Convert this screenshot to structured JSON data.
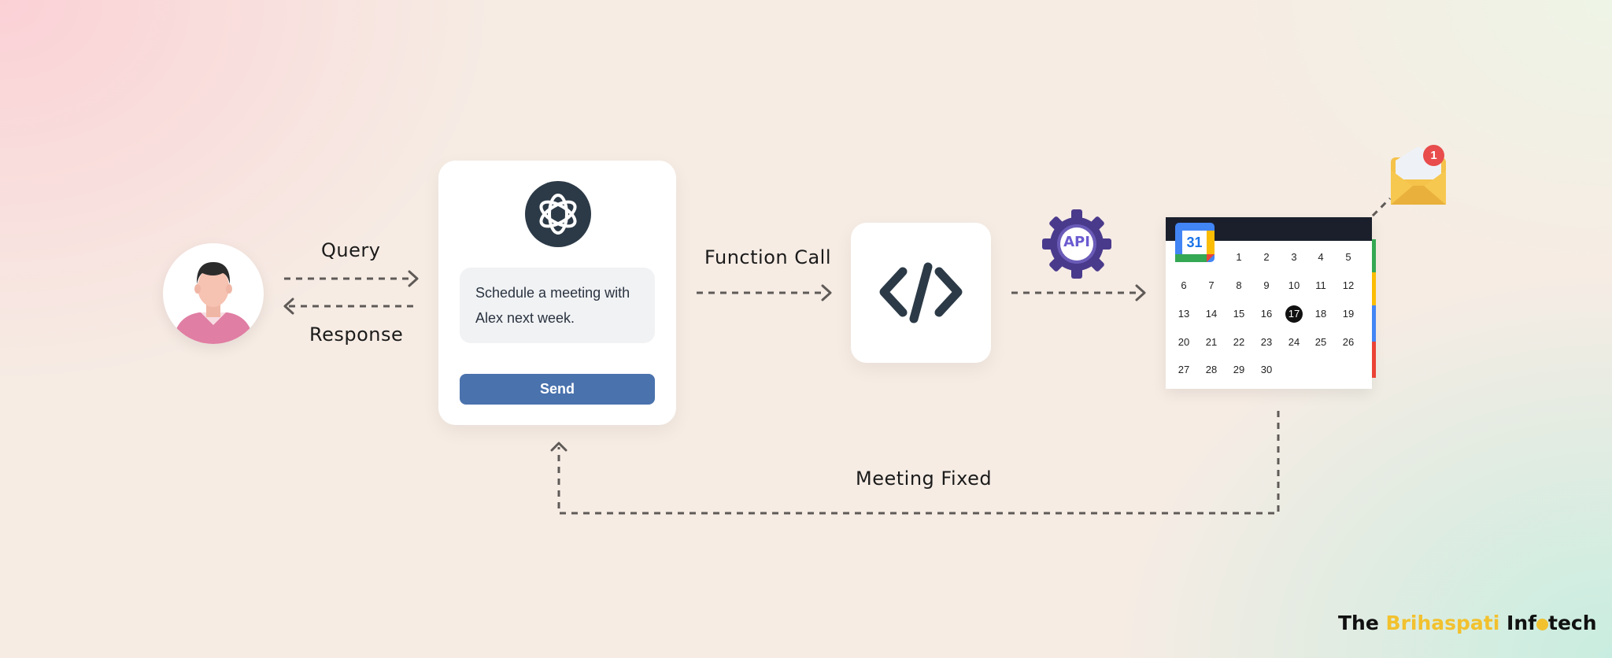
{
  "flow": {
    "query_label": "Query",
    "response_label": "Response",
    "function_call_label": "Function Call",
    "meeting_fixed_label": "Meeting Fixed"
  },
  "chat": {
    "message": "Schedule a meeting with Alex next week.",
    "send_label": "Send"
  },
  "api": {
    "badge": "API"
  },
  "calendar": {
    "icon_number": "31",
    "days": [
      "1",
      "2",
      "3",
      "4",
      "5",
      "6",
      "7",
      "8",
      "9",
      "10",
      "11",
      "12",
      "13",
      "14",
      "15",
      "16",
      "17",
      "18",
      "19",
      "20",
      "21",
      "22",
      "23",
      "24",
      "25",
      "26",
      "27",
      "28",
      "29",
      "30"
    ],
    "selected_day": "17"
  },
  "mail": {
    "notification_count": "1"
  },
  "brand": {
    "part1": "The ",
    "part2": "Brihaspati",
    "part3": " Inf",
    "part4": "tech"
  },
  "colors": {
    "send_button": "#4a72ad",
    "brand_accent": "#f2c12e",
    "notification": "#e84c4c",
    "api_gear": "#4a3a8c"
  }
}
